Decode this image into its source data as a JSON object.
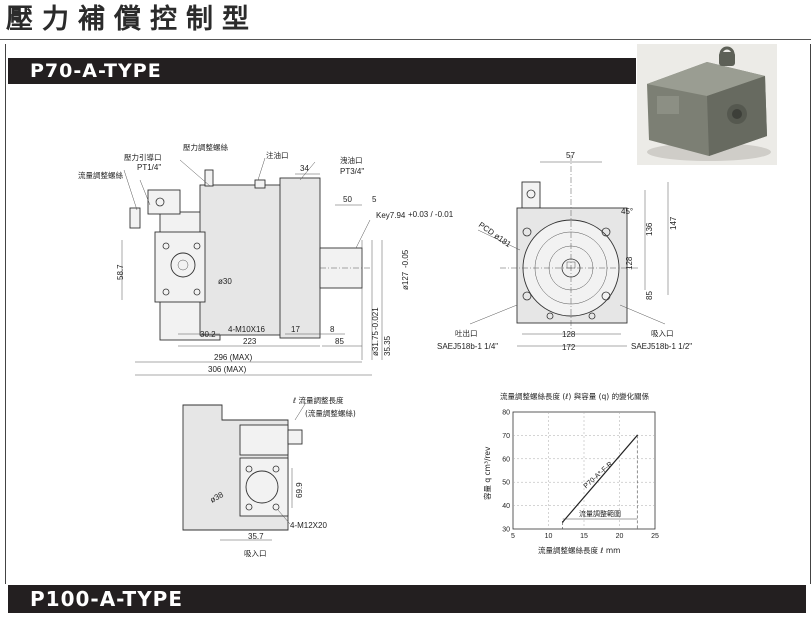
{
  "page": {
    "title": "壓力補償控制型"
  },
  "sections": {
    "p70_label": "P70-A-TYPE",
    "p100_label": "P100-A-TYPE"
  },
  "side_view": {
    "pressure_pilot_port": "壓力引導口",
    "pressure_pilot_size": "PT1/4\"",
    "flow_adjust_screw": "流量調整螺絲",
    "pressure_adjust_screw": "壓力調整螺絲",
    "oil_fill_port": "注油口",
    "drain_port": "洩油口",
    "drain_size": "PT3/4\"",
    "dim_34": "34",
    "dim_50": "50",
    "dim_5": "5",
    "key": "Key7.94",
    "key_tol": "+0.03 / -0.01",
    "dim_58_7": "58.7",
    "phi30": "ø30",
    "bolts": "4-M10X16",
    "dim_30_2": "30.2",
    "dim_17": "17",
    "dim_8": "8",
    "dim_223": "223",
    "dim_85": "85",
    "dim_296": "296 (MAX)",
    "dim_306": "306 (MAX)",
    "shaft_dia": "ø31.75",
    "shaft_tol": "-0.021",
    "shaft_len": "35.35",
    "pilot_dia": "ø127",
    "pilot_tol": "-0.05"
  },
  "front_view": {
    "dim_57": "57",
    "pcd": "PCD ø181",
    "angle": "45°",
    "dim_136": "136",
    "dim_147": "147",
    "dim_128v": "128",
    "dim_85v": "85",
    "dim_128h": "128",
    "dim_172": "172",
    "discharge_port": "吐出口",
    "discharge_spec": "SAEJ518b-1 1/4\"",
    "suction_port": "吸入口",
    "suction_spec": "SAEJ518b-1 1/2\""
  },
  "detail_view": {
    "flow_adjust_length": "ℓ 流量調整長度",
    "flow_adjust_screw": "(流量調整螺絲)",
    "phi38": "ø38",
    "dim_69_9": "69.9",
    "bolts": "4-M12X20",
    "dim_35_7": "35.7",
    "suction_port": "吸入口"
  },
  "chart_data": {
    "type": "line",
    "title": "流量調整螺絲長度 (ℓ) 與容量 (q) 的變化關係",
    "xlabel": "流量調整螺絲長度 ℓ mm",
    "ylabel": "容量 q cm³/rev",
    "xlim": [
      5,
      25
    ],
    "ylim": [
      30,
      80
    ],
    "xticks": [
      "5",
      "10",
      "15",
      "20",
      "25"
    ],
    "yticks": [
      "30",
      "40",
      "50",
      "60",
      "70",
      "80"
    ],
    "grid": true,
    "series": [
      {
        "name": "P70-A*-F-R",
        "x": [
          12,
          22.5
        ],
        "y": [
          33,
          70
        ]
      }
    ],
    "range_label": "流量調整範圍",
    "range_x": [
      12,
      22.5
    ],
    "accent_color": "#231f20"
  }
}
